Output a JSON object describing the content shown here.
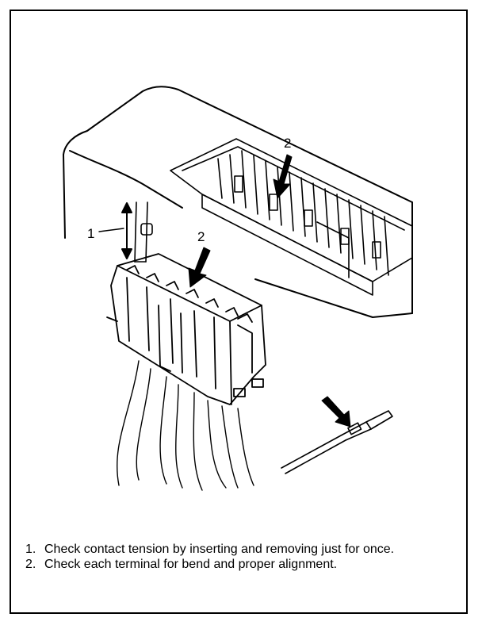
{
  "callouts": {
    "tension_label": "1",
    "upper_alignment_label": "2",
    "lower_alignment_label": "2"
  },
  "notes": [
    {
      "number": "1.",
      "text": "Check contact tension by inserting and removing just for once."
    },
    {
      "number": "2.",
      "text": "Check each terminal for bend and proper alignment."
    }
  ],
  "colors": {
    "ink": "#000000",
    "paper": "#ffffff"
  }
}
